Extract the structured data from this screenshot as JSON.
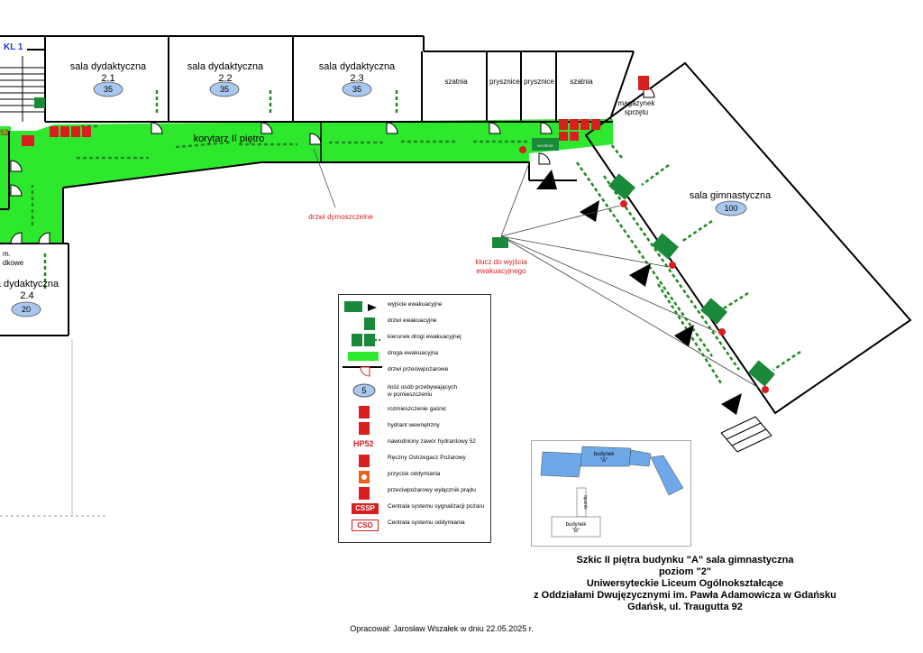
{
  "rooms": {
    "r21": {
      "name": "sala dydaktyczna",
      "num": "2.1",
      "cap": "35"
    },
    "r22": {
      "name": "sala dydaktyczna",
      "num": "2.2",
      "cap": "35"
    },
    "r23": {
      "name": "sala dydaktyczna",
      "num": "2.3",
      "cap": "35"
    },
    "r24": {
      "name": "a dydaktyczna",
      "num": "2.4",
      "cap": "20"
    },
    "szatnia1": "szatnia",
    "prysznice1": "prysznice",
    "prysznice2": "prysznice",
    "szatnia2": "szatnia",
    "magazynek": [
      "magazynek",
      "sprzętu"
    ],
    "gym": {
      "name": "sala gimnastyczna",
      "cap": "100"
    },
    "stair": "KL 1",
    "hp52_partial": "52",
    "cut_label": [
      "m.",
      "dkowe"
    ]
  },
  "corridor": "korytarz II piętro",
  "annotations": {
    "smoke_doors": "drzwi dymoszczelne",
    "key": [
      "klucz do wyjścia",
      "ewakuacyjnego"
    ]
  },
  "sign_text": "WYJŚCIE",
  "legend": {
    "exit": "wyjście ewakuacyjne",
    "doors": "drzwi ewakuacyjne",
    "direction": "kierunek drogi ewakuacyjnej",
    "route": "droga ewakuacyjna",
    "fire_door": "drzwi przeciwpożarowe",
    "count_num": "5",
    "count": [
      "ilość osób przebywających",
      "w pomieszczeniu"
    ],
    "extinguisher": "rozmieszczenie gaśnic",
    "hydrant": "hydrant wewnętrzny",
    "hp52_label": "HP52",
    "hp52": "nawodniony zawór hydrantowy 52",
    "rop": "Ręczny Ostrzegacz Pożarowy",
    "smoke_btn": "przycisk oddymiania",
    "power": "przeciwpożarowy wyłącznik prądu",
    "cssp_label": "CSSP",
    "cssp": "Centrala systemu sygnalizacji pożaru",
    "cso_label": "CSO",
    "cso": "Centrala systemu oddymiania"
  },
  "minimap": {
    "a": [
      "budynek",
      "\"A\""
    ],
    "lacznik": "łącznik",
    "b": [
      "budynek",
      "\"B\""
    ]
  },
  "title": [
    "Szkic II piętra budynku \"A\"  sala gimnastyczna",
    "poziom \"2\"",
    "Uniwersyteckie Liceum Ogólnokształcące",
    "z Oddziałami Dwujęzycznymi im. Pawła Adamowicza w Gdańsku",
    "Gdańsk, ul. Traugutta 92"
  ],
  "author": "Opracował: Jarosław Wszałek w dniu 22.05.2025 r.",
  "colors": {
    "route": "#2ee82e",
    "sign": "#1a8a3a",
    "arrow": "#1f8a1f",
    "warn": "#d81e1e",
    "cap": "#a8c8f0",
    "building": "#6ea8e8"
  }
}
